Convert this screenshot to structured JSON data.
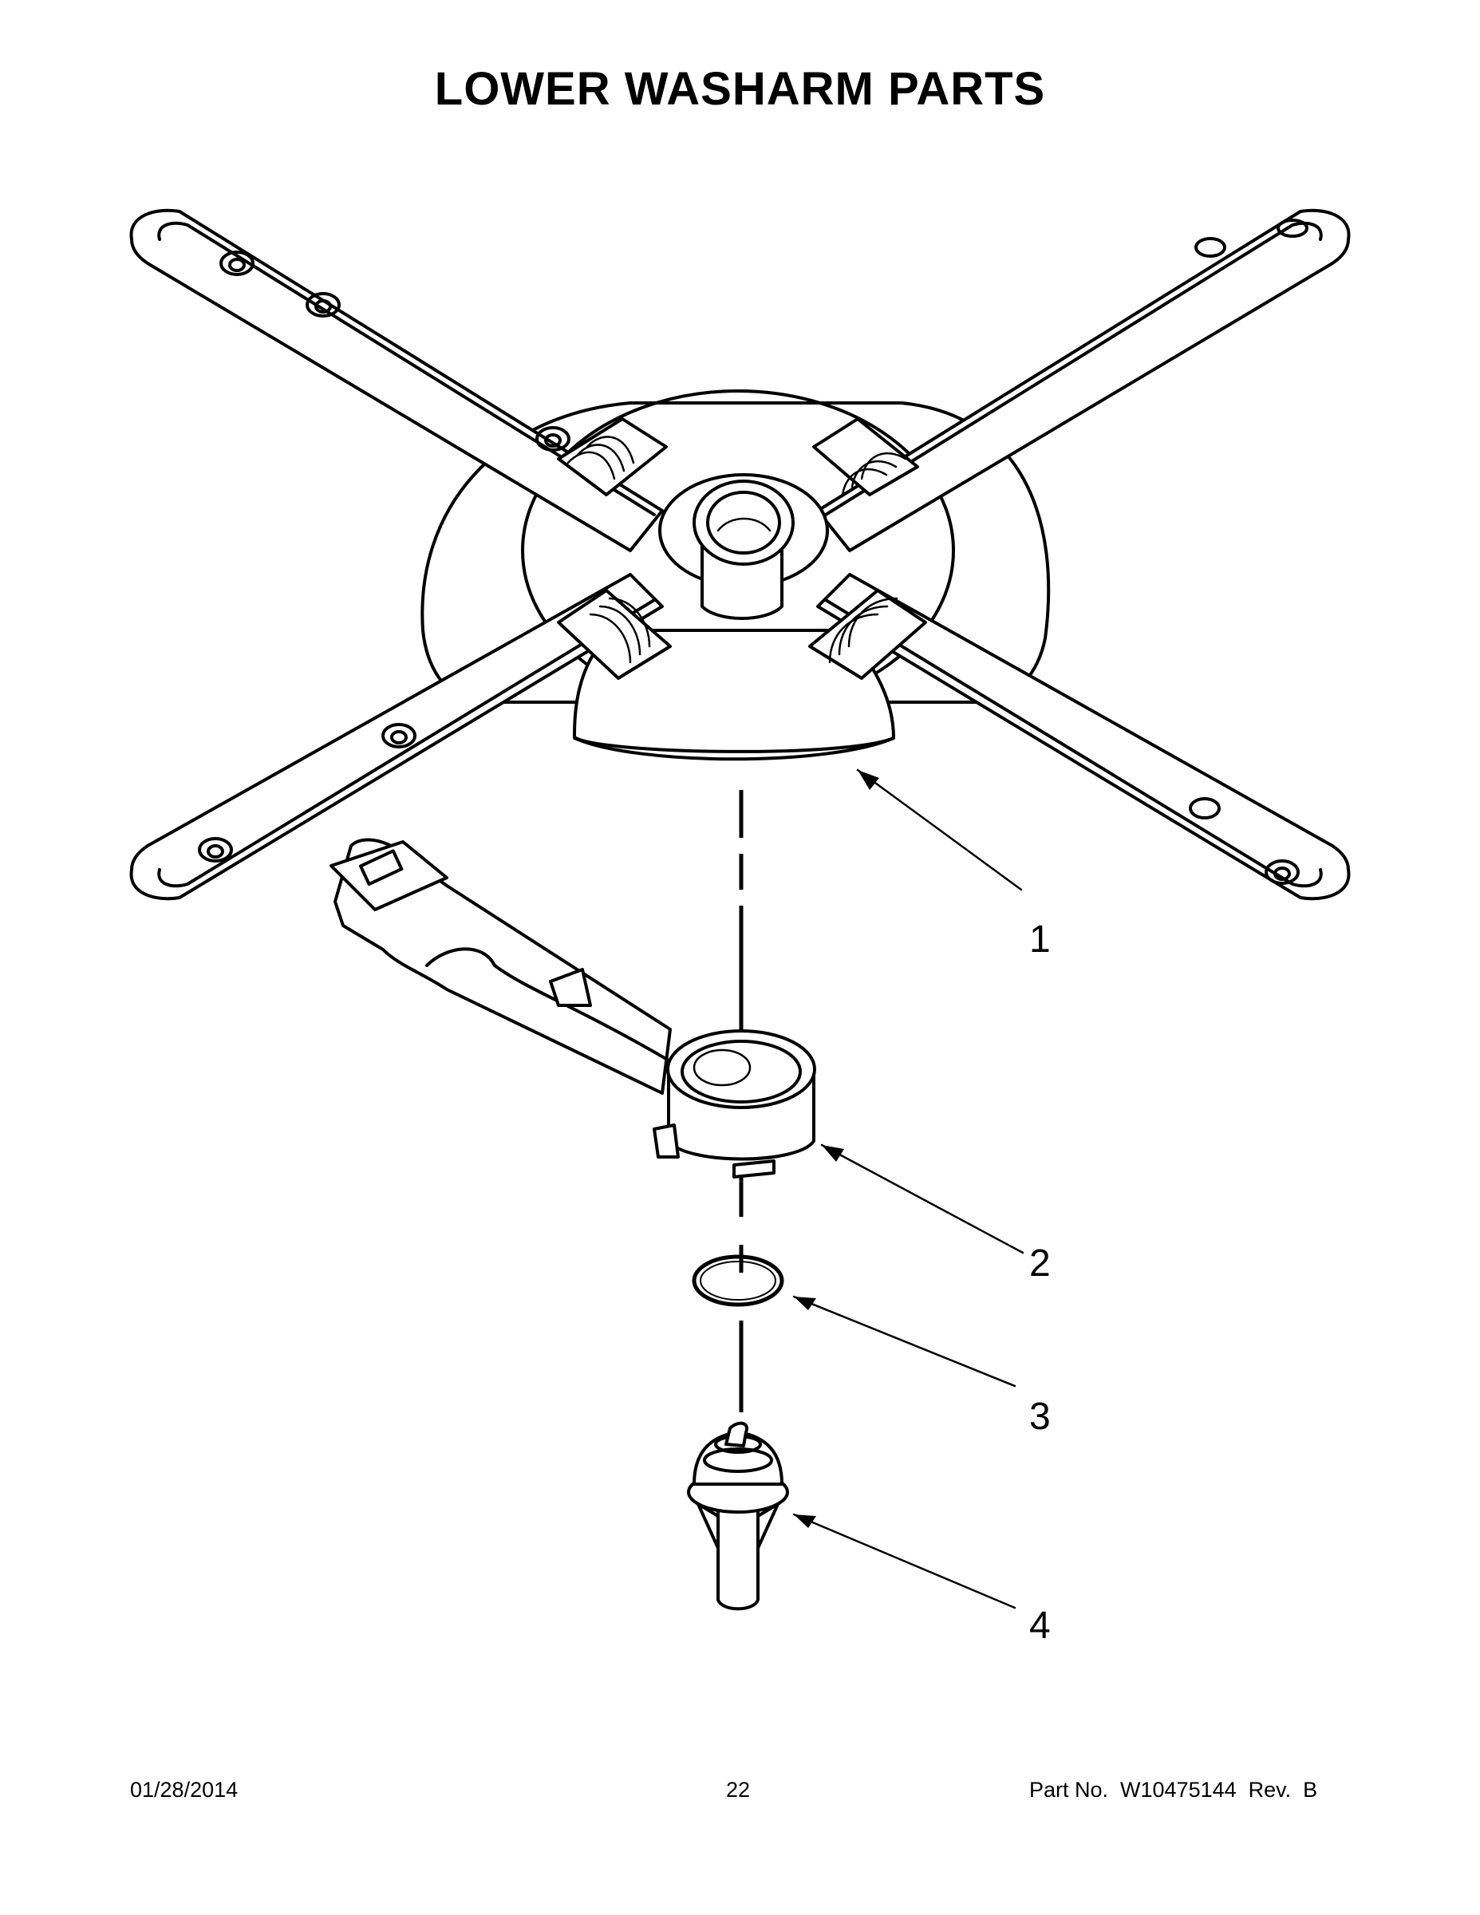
{
  "page": {
    "title": "LOWER WASHARM PARTS"
  },
  "callouts": [
    {
      "number": "1",
      "part": "lower-spray-arm"
    },
    {
      "number": "2",
      "part": "spray-arm-manifold"
    },
    {
      "number": "3",
      "part": "o-ring"
    },
    {
      "number": "4",
      "part": "bearing-valve"
    }
  ],
  "footer": {
    "date": "01/28/2014",
    "page_number": "22",
    "part_number": "Part No.  W10475144  Rev.  B"
  }
}
